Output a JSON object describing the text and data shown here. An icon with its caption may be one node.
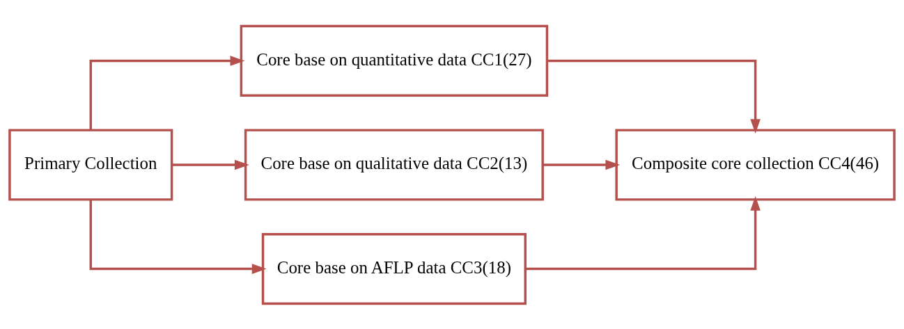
{
  "diagram": {
    "nodes": [
      {
        "text": [
          "Primary Collection"
        ]
      },
      {
        "text": [
          "Core base on quantitative data CC1(27)"
        ]
      },
      {
        "text": [
          "Core base on qualitative data CC2(13)"
        ]
      },
      {
        "text": [
          "Core base on AFLP data CC3(18)"
        ]
      },
      {
        "text": [
          "Composite core collection CC4(46)"
        ]
      }
    ],
    "edges": [
      {
        "from": 0,
        "to": 1,
        "arrow": "to"
      },
      {
        "from": 0,
        "to": 2,
        "arrow": "to"
      },
      {
        "from": 0,
        "to": 3,
        "arrow": "to"
      },
      {
        "from": 1,
        "to": 4,
        "arrow": "to"
      },
      {
        "from": 2,
        "to": 4,
        "arrow": "to"
      },
      {
        "from": 3,
        "to": 4,
        "arrow": "to"
      }
    ]
  }
}
